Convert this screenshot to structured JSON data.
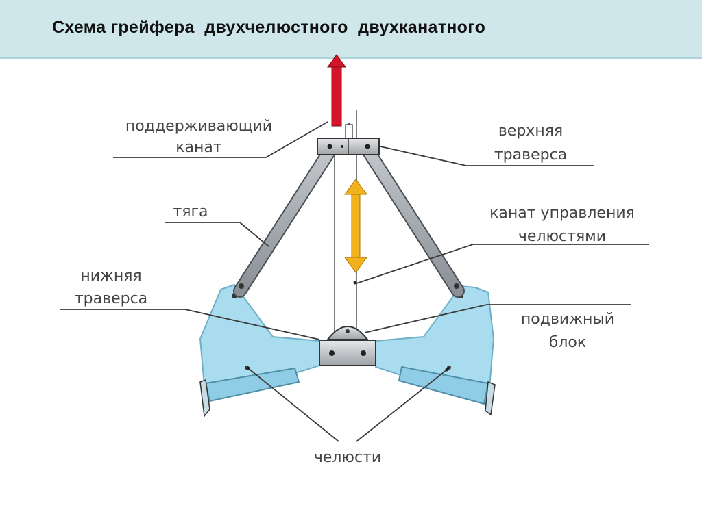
{
  "title": "Схема грейфера  двухчелюстного  двухканатного",
  "labels": {
    "support_rope_line1": "поддерживающий",
    "support_rope_line2": "канат",
    "upper_traverse_line1": "верхняя",
    "upper_traverse_line2": "траверса",
    "rod": "тяга",
    "control_rope_line1": "канат управления",
    "control_rope_line2": "челюстями",
    "lower_traverse_line1": "нижняя",
    "lower_traverse_line2": "траверса",
    "movable_block_line1": "подвижный",
    "movable_block_line2": "блок",
    "jaws": "челюсти"
  },
  "colors": {
    "title_bar": "#cfe6ea",
    "jaw_fill": "#a9dcef",
    "metal": "#9da3a9",
    "support_arrow": "#d4142a",
    "control_arrow": "#f1b21e",
    "leader_line": "#3a3a3a"
  }
}
